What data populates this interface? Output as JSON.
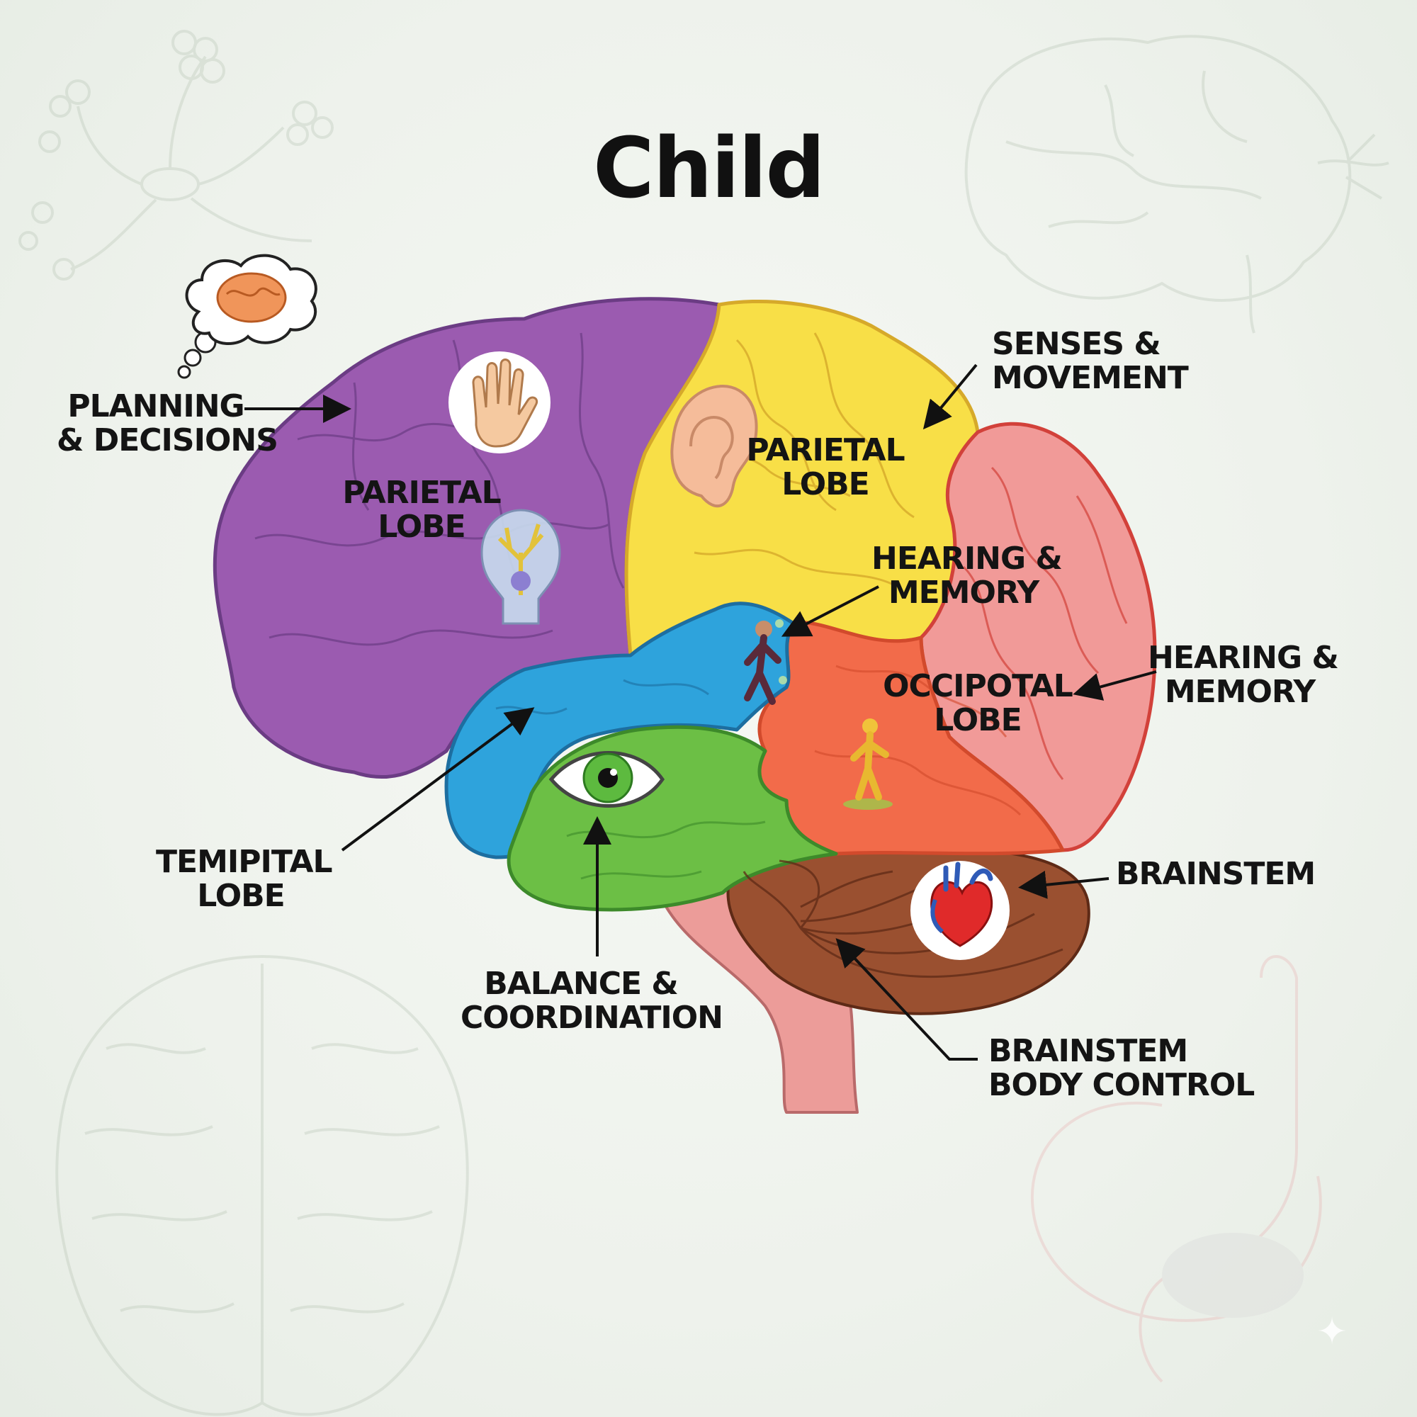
{
  "title": "Child",
  "labels": {
    "planning": [
      "PLANNING",
      "& DECISIONS"
    ],
    "parietal_purple": [
      "PARIETAL",
      "LOBE"
    ],
    "parietal_yellow": [
      "PARIETAL",
      "LOBE"
    ],
    "senses": [
      "SENSES &",
      "MOVEMENT"
    ],
    "hearing_center": [
      "HEARING &",
      "MEMORY"
    ],
    "hearing_right": [
      "HEARING &",
      "MEMORY"
    ],
    "occipital": [
      "OCCIPOTAL",
      "LOBE"
    ],
    "temporal": [
      "TEMIPITAL",
      "LOBE"
    ],
    "balance": [
      "BALANCE &",
      "COORDINATION"
    ],
    "brainstem": [
      "BRAINSTEM"
    ],
    "brainstem_body": [
      "BRAINSTEM",
      "BODY CONTROL"
    ]
  },
  "colors": {
    "purple": "#9b5bb0",
    "yellow": "#f8df47",
    "blue": "#2ea3dc",
    "green": "#6cbf45",
    "orange": "#f26b4a",
    "pink": "#f19a98",
    "brown": "#9a5030",
    "stem": "#ec9c99"
  },
  "icons": [
    "brain-thought-icon",
    "hand-icon",
    "neuron-icon",
    "ear-icon",
    "walking-person-icon",
    "eye-icon",
    "balancing-person-icon",
    "heart-icon"
  ]
}
